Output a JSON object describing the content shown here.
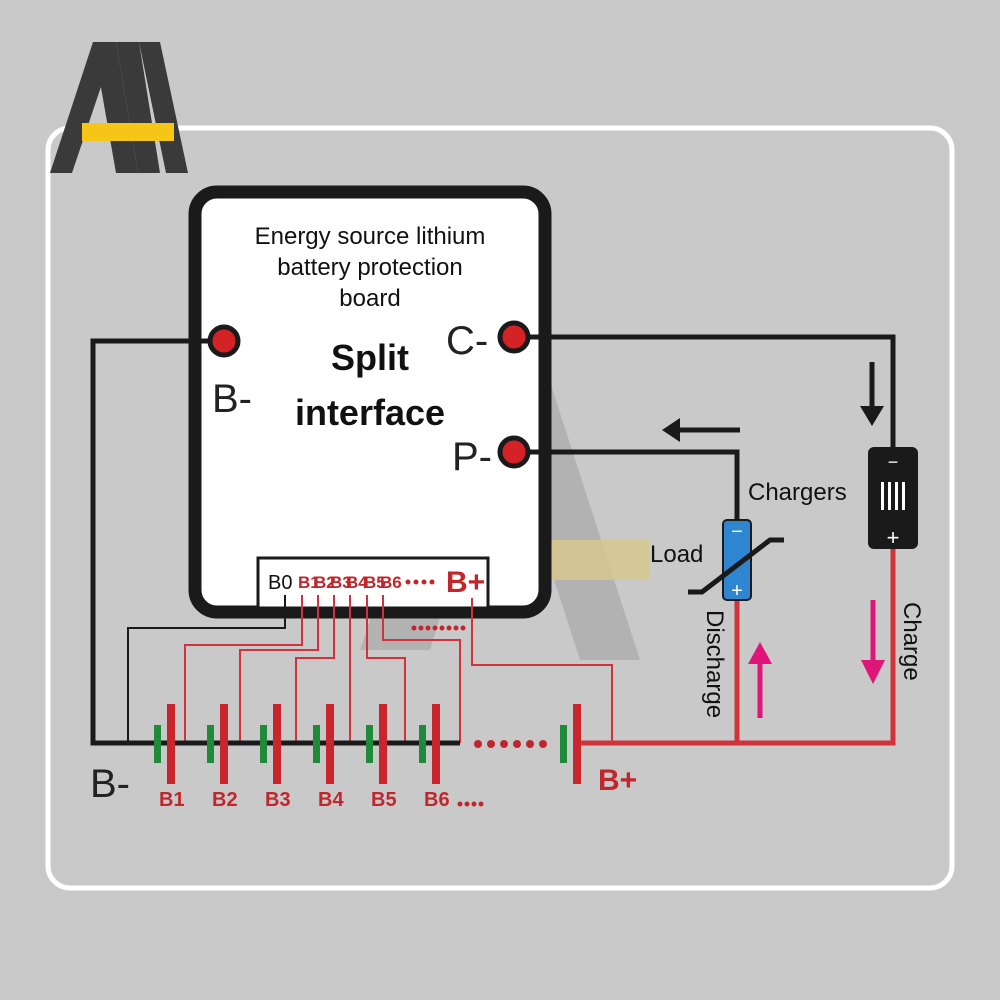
{
  "board": {
    "title_lines": [
      "Energy source lithium",
      "battery protection",
      "board"
    ],
    "split_lines": [
      "Split",
      "interface"
    ],
    "terminals": {
      "b_minus": "B-",
      "c_minus": "C-",
      "p_minus": "P-"
    }
  },
  "connector": {
    "b0": "B0",
    "pins": [
      "B1",
      "B2",
      "B3",
      "B4",
      "B5",
      "B6"
    ],
    "b_plus": "B+"
  },
  "cells": {
    "labels": [
      "B1",
      "B2",
      "B3",
      "B4",
      "B5",
      "B6"
    ]
  },
  "pack": {
    "b_minus": "B-",
    "b_plus": "B+"
  },
  "load": {
    "minus": "−",
    "plus": "+"
  },
  "charger": {
    "minus": "−",
    "plus": "+"
  },
  "labels": {
    "chargers": "Chargers",
    "load": "Load",
    "discharge": "Discharge",
    "charge": "Charge"
  },
  "colors": {
    "background": "#c9c9c9",
    "wire_black": "#1a1a1a",
    "wire_red": "#d0343a",
    "terminal_red": "#d52227",
    "cell_positive": "#c9252c",
    "cell_negative": "#1f8a3a",
    "flow_arrow": "#e0157a",
    "load_fill": "#2e86d1",
    "logo_accent": "#f5c518"
  }
}
